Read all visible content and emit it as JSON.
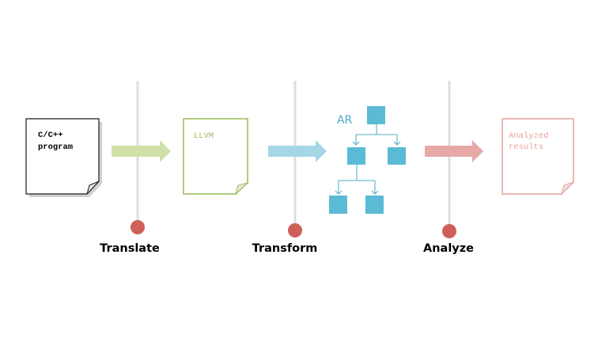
{
  "stages": [
    {
      "label": "Translate"
    },
    {
      "label": "Transform"
    },
    {
      "label": "Analyze"
    }
  ],
  "documents": {
    "source": {
      "line1": "C/C++",
      "line2": "program"
    },
    "llvm": {
      "line1": "LLVM"
    },
    "results": {
      "line1": "Analyzed",
      "line2": "results"
    }
  },
  "tree": {
    "label": "AR"
  },
  "colors": {
    "black": "#1a1a1a",
    "green": "#9bbb59",
    "green_arrow": "#d1dfa9",
    "blue": "#4bacc6",
    "blue_box": "#5bbad5",
    "blue_arrow": "#a4d6e5",
    "pink": "#e3a19d",
    "pink_arrow": "#e6a9a6",
    "dot": "#cf6059",
    "divider": "#dedede"
  }
}
